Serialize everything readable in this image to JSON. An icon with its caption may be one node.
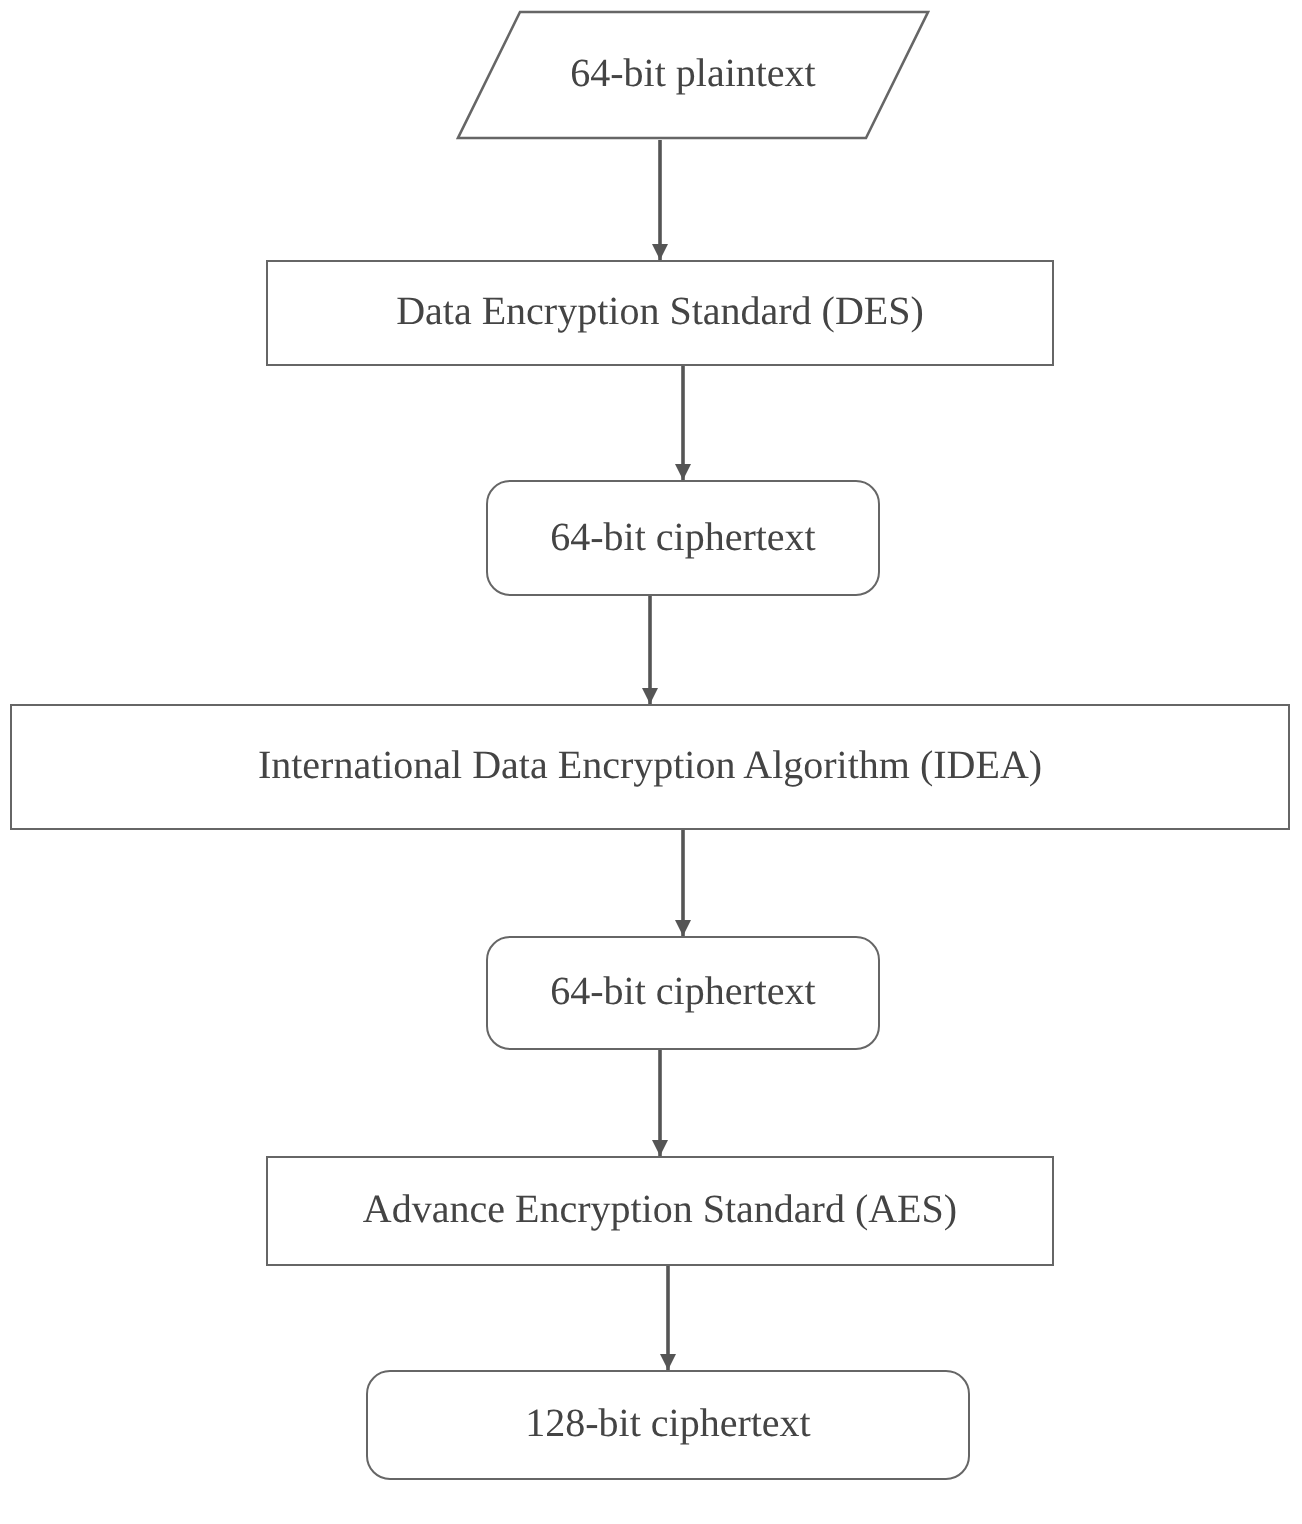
{
  "diagram": {
    "nodes": [
      {
        "text": [
          "64-bit plaintext"
        ]
      },
      {
        "text": [
          "Data Encryption Standard (DES)"
        ]
      },
      {
        "text": [
          "64-bit ciphertext"
        ]
      },
      {
        "text": [
          "International Data Encryption Algorithm (IDEA)"
        ]
      },
      {
        "text": [
          "64-bit ciphertext"
        ]
      },
      {
        "text": [
          "Advance Encryption Standard (AES)"
        ]
      },
      {
        "text": [
          "128-bit ciphertext"
        ]
      }
    ],
    "edges": [
      {
        "from": 0,
        "to": 1,
        "arrow": "to"
      },
      {
        "from": 1,
        "to": 2,
        "arrow": "to"
      },
      {
        "from": 2,
        "to": 3,
        "arrow": "to"
      },
      {
        "from": 3,
        "to": 4,
        "arrow": "to"
      },
      {
        "from": 4,
        "to": 5,
        "arrow": "to"
      },
      {
        "from": 5,
        "to": 6,
        "arrow": "to"
      }
    ]
  }
}
